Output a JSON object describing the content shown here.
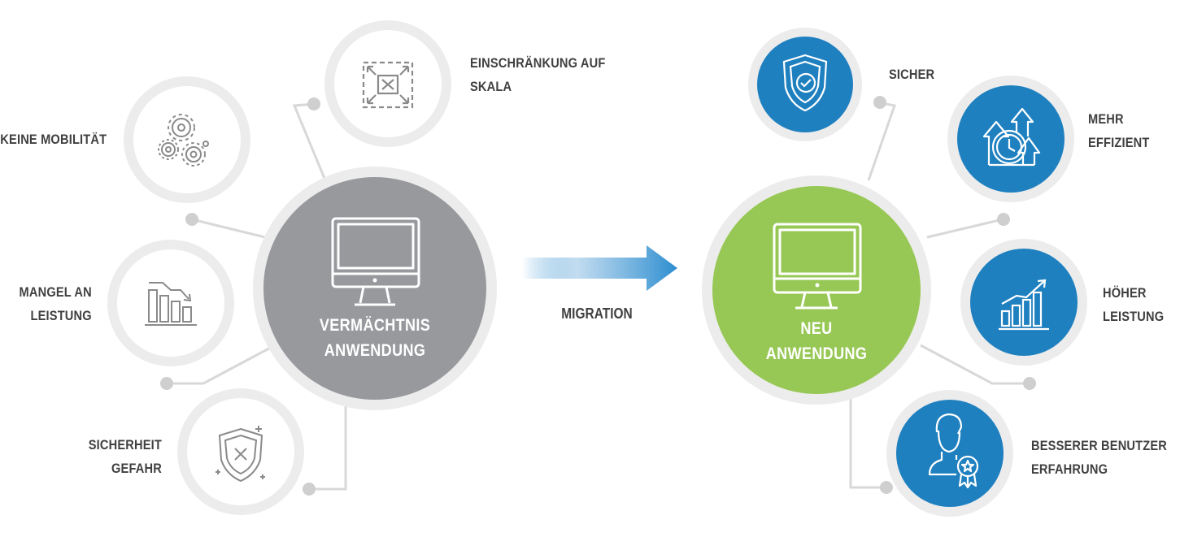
{
  "legacy": {
    "title_line1": "VERMÄCHTNIS",
    "title_line2": "ANWENDUNG",
    "color": "#97999d",
    "icon": "monitor-icon",
    "items": [
      {
        "lines": [
          "EINSCHRÄNKUNG AUF",
          "SKALA"
        ],
        "icon": "scale-limit-icon"
      },
      {
        "lines": [
          "KEINE MOBILITÄT"
        ],
        "icon": "gears-icon"
      },
      {
        "lines": [
          "MANGEL AN",
          "LEISTUNG"
        ],
        "icon": "declining-chart-icon"
      },
      {
        "lines": [
          "SICHERHEIT",
          "GEFAHR"
        ],
        "icon": "shield-x-icon"
      }
    ]
  },
  "migration": {
    "label": "MIGRATION",
    "color": "#2d8ed0",
    "icon": "arrow-right-icon"
  },
  "new": {
    "title_line1": "NEU",
    "title_line2": "ANWENDUNG",
    "color": "#97c855",
    "icon": "monitor-icon",
    "items": [
      {
        "lines": [
          "SICHER"
        ],
        "icon": "shield-check-icon"
      },
      {
        "lines": [
          "MEHR",
          "EFFIZIENT"
        ],
        "icon": "clock-arrows-icon"
      },
      {
        "lines": [
          "HÖHER",
          "LEISTUNG"
        ],
        "icon": "growth-chart-icon"
      },
      {
        "lines": [
          "BESSERER BENUTZER",
          "ERFAHRUNG"
        ],
        "icon": "user-award-icon"
      }
    ],
    "item_color": "#1f80c0"
  },
  "colors": {
    "ring": "#ececec",
    "line": "#d8d8d8",
    "dot": "#cfcfcf",
    "icon_grey": "#8a8a8a",
    "text": "#404040"
  }
}
